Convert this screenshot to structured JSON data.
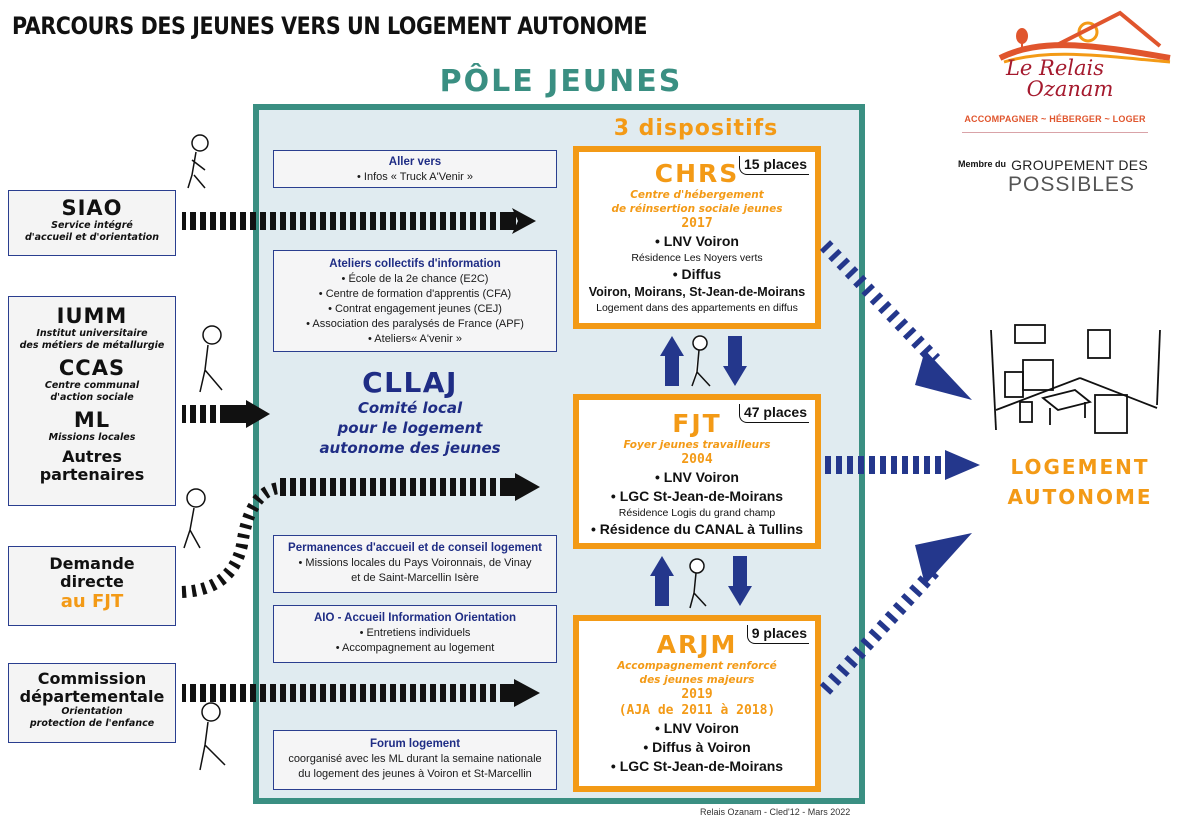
{
  "title": "PARCOURS DES JEUNES VERS UN LOGEMENT AUTONOME",
  "logo": {
    "name_line1": "Le Relais",
    "name_line2": "Ozanam",
    "tagline": "ACCOMPAGNER ~ HÉBERGER ~ LOGER",
    "colors": {
      "primary": "#a51a2e",
      "accent": "#e0552d",
      "sun": "#f39a16"
    }
  },
  "membership": {
    "prefix": "Membre du",
    "line1": "GROUPEMENT DES",
    "line2": "POSSIBLES"
  },
  "pole": {
    "title": "PÔLE JEUNES",
    "color": "#3a8f82",
    "info_boxes": [
      {
        "title": "Aller vers",
        "lines": [
          "• Infos « Truck A'Venir »"
        ]
      },
      {
        "title": "Ateliers collectifs d'information",
        "lines": [
          "• École de la 2e chance (E2C)",
          "• Centre de formation d'apprentis (CFA)",
          "• Contrat engagement jeunes (CEJ)",
          "• Association des paralysés de France (APF)",
          "• Ateliers« A'venir »"
        ]
      },
      {
        "title": "Permanences d'accueil et de conseil logement",
        "lines": [
          "• Missions locales du Pays Voironnais, de Vinay",
          "et de Saint-Marcellin Isère"
        ]
      },
      {
        "title": "AIO - Accueil Information Orientation",
        "lines": [
          "• Entretiens individuels",
          "• Accompagnement au logement"
        ]
      },
      {
        "title": "Forum logement",
        "lines": [
          "coorganisé avec les ML durant la semaine nationale",
          "du logement des jeunes à Voiron et St-Marcellin"
        ]
      }
    ],
    "cllaj": {
      "acronym": "CLLAJ",
      "desc_line1": "Comité local",
      "desc_line2": "pour le logement",
      "desc_line3": "autonome des jeunes"
    },
    "dispositifs_title": "3 dispositifs",
    "dispositifs": [
      {
        "acronym": "CHRS",
        "places": "15 places",
        "subtitle_line1": "Centre d'hébergement",
        "subtitle_line2": "de réinsertion sociale jeunes",
        "year": "2017",
        "items": [
          {
            "text": "• LNV Voiron",
            "style": "big"
          },
          {
            "text": "Résidence Les Noyers verts",
            "style": "small"
          },
          {
            "text": "• Diffus",
            "style": "big"
          },
          {
            "text": "Voiron, Moirans, St-Jean-de-Moirans",
            "style": "med"
          },
          {
            "text": "Logement dans des appartements en diffus",
            "style": "small"
          }
        ]
      },
      {
        "acronym": "FJT",
        "places": "47 places",
        "subtitle_line1": "Foyer jeunes travailleurs",
        "year": "2004",
        "items": [
          {
            "text": "• LNV Voiron",
            "style": "big"
          },
          {
            "text": "• LGC St-Jean-de-Moirans",
            "style": "big"
          },
          {
            "text": "Résidence Logis du grand champ",
            "style": "small"
          },
          {
            "text": "• Résidence du CANAL à Tullins",
            "style": "big"
          }
        ]
      },
      {
        "acronym": "ARJM",
        "places": "9 places",
        "subtitle_line1": "Accompagnement renforcé",
        "subtitle_line2": "des jeunes majeurs",
        "year": "2019",
        "year_note": "(AJA de 2011 à 2018)",
        "items": [
          {
            "text": "• LNV Voiron",
            "style": "big"
          },
          {
            "text": "• Diffus à Voiron",
            "style": "big"
          },
          {
            "text": "• LGC St-Jean-de-Moirans",
            "style": "big"
          }
        ]
      }
    ]
  },
  "sources": [
    {
      "acronym": "SIAO",
      "desc": [
        "Service intégré",
        "d'accueil et d'orientation"
      ]
    },
    {
      "groups": [
        {
          "acronym": "IUMM",
          "desc": [
            "Institut universitaire",
            "des métiers de métallurgie"
          ]
        },
        {
          "acronym": "CCAS",
          "desc": [
            "Centre communal",
            "d'action sociale"
          ]
        },
        {
          "acronym": "ML",
          "desc": [
            "Missions locales"
          ]
        },
        {
          "name": [
            "Autres",
            "partenaires"
          ]
        }
      ]
    },
    {
      "name": [
        "Demande",
        "directe"
      ],
      "highlight": "au FJT"
    },
    {
      "name": [
        "Commission",
        "départementale"
      ],
      "desc": [
        "Orientation",
        "protection de l'enfance"
      ]
    }
  ],
  "goal": {
    "line1": "LOGEMENT",
    "line2": "AUTONOME",
    "color": "#f39a16"
  },
  "arrow_colors": {
    "entry": "#111111",
    "exit": "#24378c"
  },
  "footer": "Relais Ozanam - Cled'12 - Mars 2022"
}
